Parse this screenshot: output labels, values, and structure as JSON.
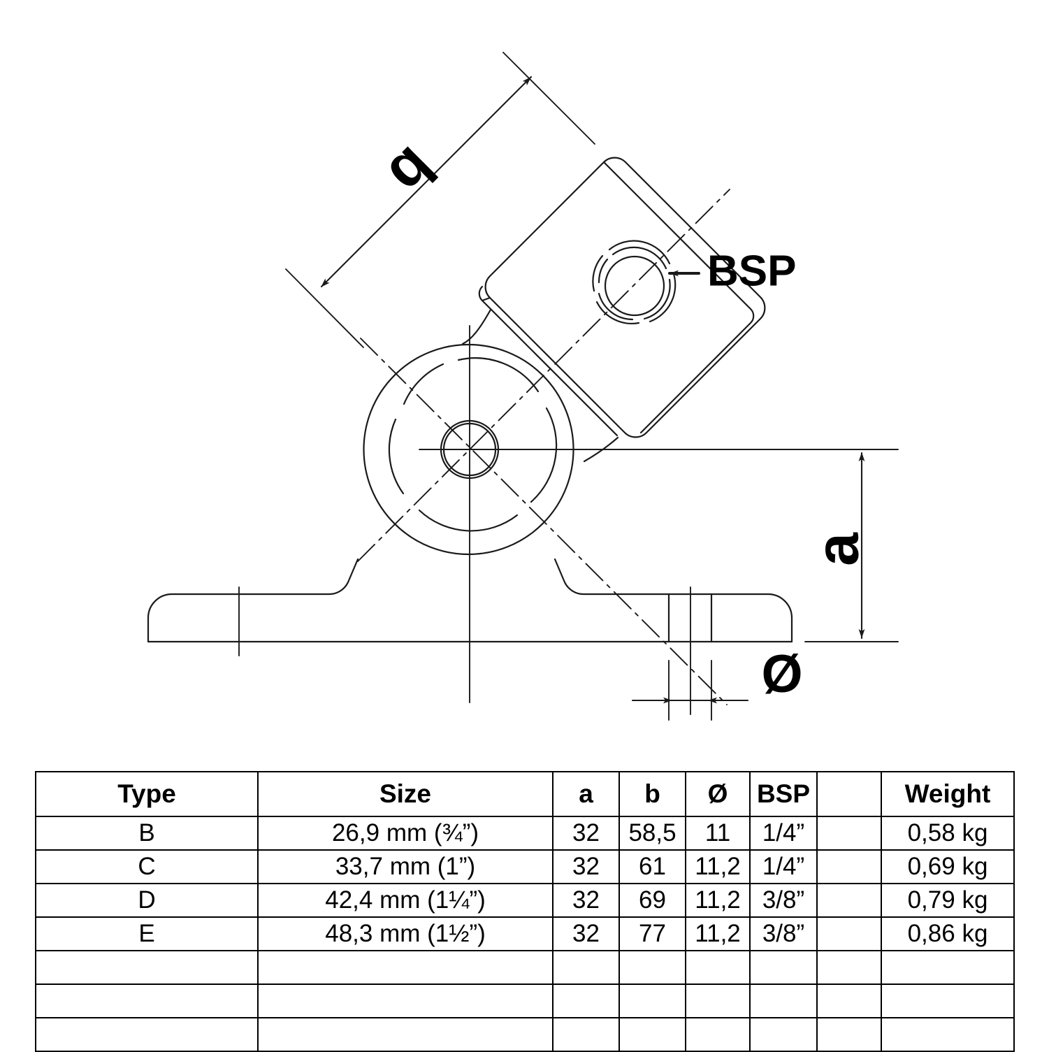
{
  "drawing": {
    "title": "pipe-clamp-fitting-technical-drawing",
    "labels": {
      "b": "b",
      "a": "a",
      "bsp": "BSP",
      "diameter": "Ø"
    },
    "colors": {
      "line": "#1a1a1a",
      "background": "#ffffff"
    }
  },
  "table": {
    "headers": [
      "Type",
      "Size",
      "a",
      "b",
      "Ø",
      "BSP",
      "",
      "Weight"
    ],
    "rows": [
      [
        "B",
        "26,9 mm (¾”)",
        "32",
        "58,5",
        "11",
        "1/4”",
        "",
        "0,58 kg"
      ],
      [
        "C",
        "33,7 mm (1”)",
        "32",
        "61",
        "11,2",
        "1/4”",
        "",
        "0,69 kg"
      ],
      [
        "D",
        "42,4 mm (1¼”)",
        "32",
        "69",
        "11,2",
        "3/8”",
        "",
        "0,79 kg"
      ],
      [
        "E",
        "48,3 mm (1½”)",
        "32",
        "77",
        "11,2",
        "3/8”",
        "",
        "0,86 kg"
      ]
    ],
    "empty_rows": 3
  }
}
